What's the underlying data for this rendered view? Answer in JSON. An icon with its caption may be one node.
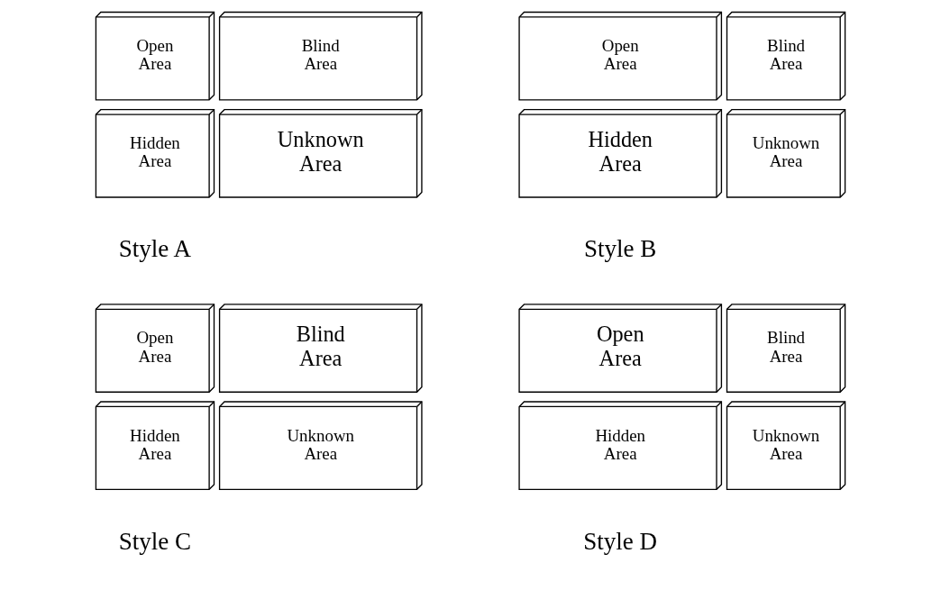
{
  "diagram": {
    "nodes": [
      {
        "text": [
          "Open Area"
        ]
      },
      {
        "text": [
          "Blind Area"
        ]
      },
      {
        "text": [
          "Hidden Area"
        ]
      },
      {
        "text": [
          "Unknown Area"
        ]
      },
      {
        "text": [
          "Open Area"
        ]
      },
      {
        "text": [
          "Blind Area"
        ]
      },
      {
        "text": [
          "Hidden Area"
        ]
      },
      {
        "text": [
          "Unknown Area"
        ]
      },
      {
        "text": [
          "Open Area"
        ]
      },
      {
        "text": [
          "Blind Area"
        ]
      },
      {
        "text": [
          "Hidden Area"
        ]
      },
      {
        "text": [
          "Unknown Area"
        ]
      },
      {
        "text": [
          "Open Area"
        ]
      },
      {
        "text": [
          "Blind Area"
        ]
      },
      {
        "text": [
          "Hidden Area"
        ]
      },
      {
        "text": [
          "Unknown Area"
        ]
      }
    ],
    "labels": [
      "Style A",
      "Style B",
      "Style C",
      "Style D"
    ]
  }
}
